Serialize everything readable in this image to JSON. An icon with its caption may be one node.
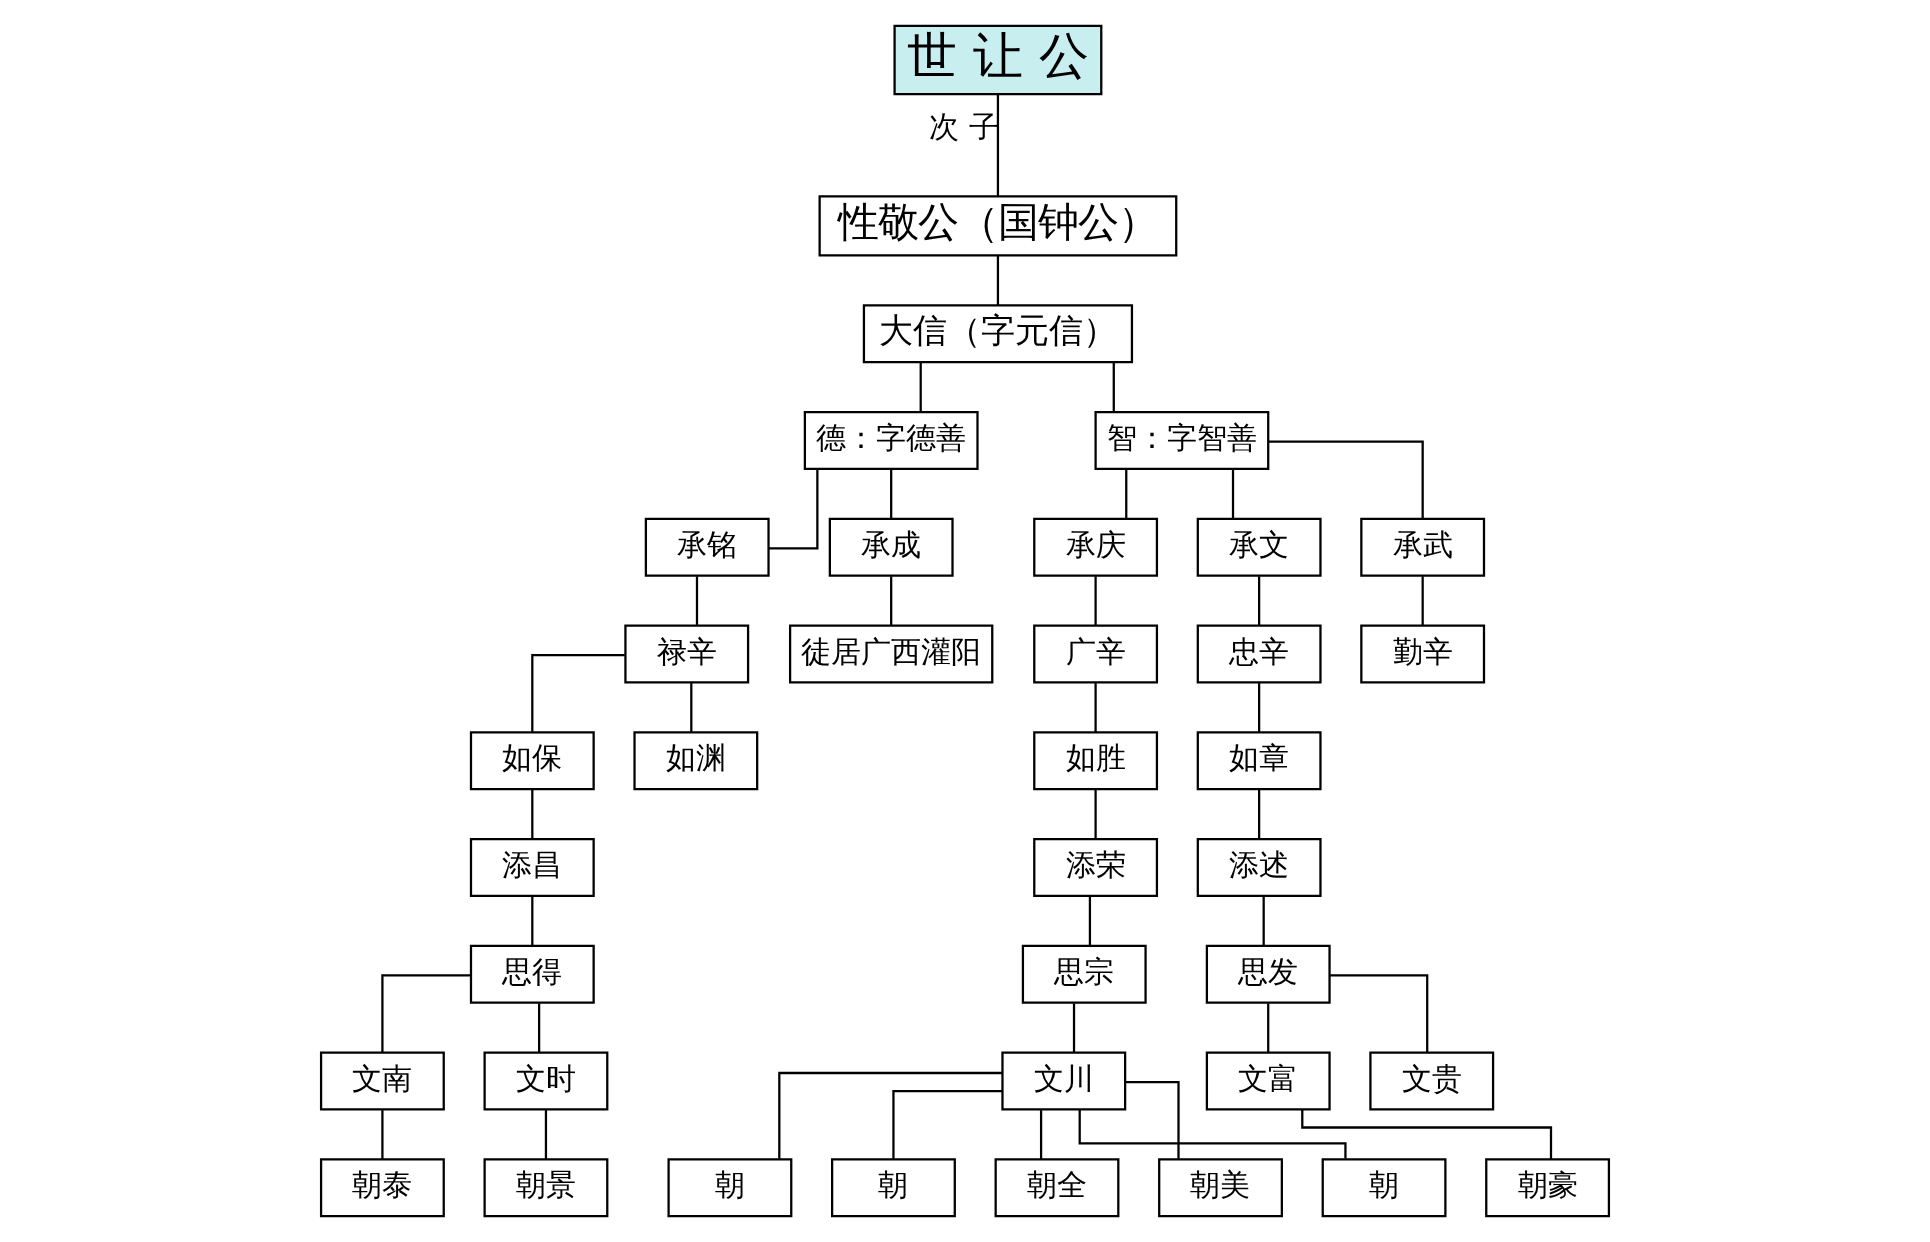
{
  "diagram": {
    "nodes": [
      {
        "text": [
          "世 让 公"
        ]
      },
      {
        "text": [
          "性敬公（国钟公）"
        ]
      },
      {
        "text": [
          "大信（字元信）"
        ]
      },
      {
        "text": [
          "德：字德善"
        ]
      },
      {
        "text": [
          "智：字智善"
        ]
      },
      {
        "text": [
          "承铭"
        ]
      },
      {
        "text": [
          "承成"
        ]
      },
      {
        "text": [
          "承庆"
        ]
      },
      {
        "text": [
          "承文"
        ]
      },
      {
        "text": [
          "承武"
        ]
      },
      {
        "text": [
          "禄辛"
        ]
      },
      {
        "text": [
          "徒居广西灌阳"
        ]
      },
      {
        "text": [
          "广辛"
        ]
      },
      {
        "text": [
          "忠辛"
        ]
      },
      {
        "text": [
          "勤辛"
        ]
      },
      {
        "text": [
          "如保"
        ]
      },
      {
        "text": [
          "如渊"
        ]
      },
      {
        "text": [
          "如胜"
        ]
      },
      {
        "text": [
          "如章"
        ]
      },
      {
        "text": [
          "添昌"
        ]
      },
      {
        "text": [
          "添荣"
        ]
      },
      {
        "text": [
          "添述"
        ]
      },
      {
        "text": [
          "思得"
        ]
      },
      {
        "text": [
          "思宗"
        ]
      },
      {
        "text": [
          "思发"
        ]
      },
      {
        "text": [
          "文南"
        ]
      },
      {
        "text": [
          "文时"
        ]
      },
      {
        "text": [
          "文川"
        ]
      },
      {
        "text": [
          "文富"
        ]
      },
      {
        "text": [
          "文贵"
        ]
      },
      {
        "text": [
          "朝泰"
        ]
      },
      {
        "text": [
          "朝景"
        ]
      },
      {
        "text": [
          "朝"
        ]
      },
      {
        "text": [
          "朝"
        ]
      },
      {
        "text": [
          "朝全"
        ]
      },
      {
        "text": [
          "朝美"
        ]
      },
      {
        "text": [
          "朝"
        ]
      },
      {
        "text": [
          "朝豪"
        ]
      }
    ],
    "edges": [
      {
        "from": 0,
        "to": 1,
        "arrow": "none",
        "label": "次 子"
      },
      {
        "from": 1,
        "to": 2,
        "arrow": "none"
      },
      {
        "from": 2,
        "to": 3,
        "arrow": "none"
      },
      {
        "from": 2,
        "to": 4,
        "arrow": "none"
      },
      {
        "from": 3,
        "to": 5,
        "arrow": "none"
      },
      {
        "from": 3,
        "to": 6,
        "arrow": "none"
      },
      {
        "from": 4,
        "to": 7,
        "arrow": "none"
      },
      {
        "from": 4,
        "to": 8,
        "arrow": "none"
      },
      {
        "from": 4,
        "to": 9,
        "arrow": "none"
      },
      {
        "from": 5,
        "to": 10,
        "arrow": "none"
      },
      {
        "from": 6,
        "to": 11,
        "arrow": "none"
      },
      {
        "from": 7,
        "to": 12,
        "arrow": "none"
      },
      {
        "from": 8,
        "to": 13,
        "arrow": "none"
      },
      {
        "from": 9,
        "to": 14,
        "arrow": "none"
      },
      {
        "from": 10,
        "to": 15,
        "arrow": "none"
      },
      {
        "from": 10,
        "to": 16,
        "arrow": "none"
      },
      {
        "from": 12,
        "to": 17,
        "arrow": "none"
      },
      {
        "from": 13,
        "to": 18,
        "arrow": "none"
      },
      {
        "from": 15,
        "to": 19,
        "arrow": "none"
      },
      {
        "from": 17,
        "to": 20,
        "arrow": "none"
      },
      {
        "from": 18,
        "to": 21,
        "arrow": "none"
      },
      {
        "from": 19,
        "to": 22,
        "arrow": "none"
      },
      {
        "from": 20,
        "to": 23,
        "arrow": "none"
      },
      {
        "from": 21,
        "to": 24,
        "arrow": "none"
      },
      {
        "from": 22,
        "to": 25,
        "arrow": "none"
      },
      {
        "from": 22,
        "to": 26,
        "arrow": "none"
      },
      {
        "from": 23,
        "to": 27,
        "arrow": "none"
      },
      {
        "from": 24,
        "to": 28,
        "arrow": "none"
      },
      {
        "from": 24,
        "to": 29,
        "arrow": "none"
      },
      {
        "from": 25,
        "to": 30,
        "arrow": "none"
      },
      {
        "from": 26,
        "to": 31,
        "arrow": "none"
      },
      {
        "from": 27,
        "to": 32,
        "arrow": "none"
      },
      {
        "from": 27,
        "to": 33,
        "arrow": "none"
      },
      {
        "from": 27,
        "to": 34,
        "arrow": "none"
      },
      {
        "from": 27,
        "to": 35,
        "arrow": "none"
      },
      {
        "from": 27,
        "to": 36,
        "arrow": "none"
      },
      {
        "from": 28,
        "to": 37,
        "arrow": "none"
      }
    ]
  }
}
